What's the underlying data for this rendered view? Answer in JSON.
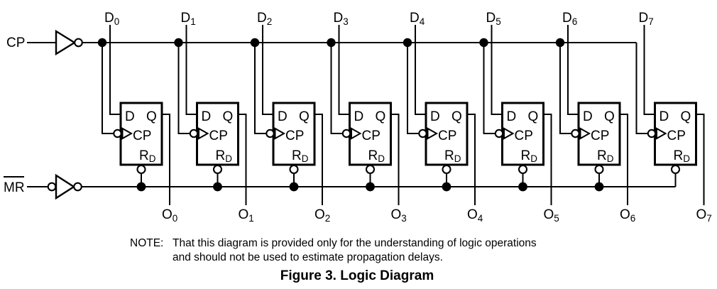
{
  "colors": {
    "ink": "#000000",
    "background": "#ffffff"
  },
  "inputs": {
    "clock_label": "CP",
    "reset_label": "MR"
  },
  "pins": {
    "d": "D",
    "q": "Q",
    "cp": "CP",
    "r_base": "R",
    "r_sub": "D"
  },
  "flipflops": [
    {
      "d_base": "D",
      "d_sub": "0",
      "o_base": "O",
      "o_sub": "0"
    },
    {
      "d_base": "D",
      "d_sub": "1",
      "o_base": "O",
      "o_sub": "1"
    },
    {
      "d_base": "D",
      "d_sub": "2",
      "o_base": "O",
      "o_sub": "2"
    },
    {
      "d_base": "D",
      "d_sub": "3",
      "o_base": "O",
      "o_sub": "3"
    },
    {
      "d_base": "D",
      "d_sub": "4",
      "o_base": "O",
      "o_sub": "4"
    },
    {
      "d_base": "D",
      "d_sub": "5",
      "o_base": "O",
      "o_sub": "5"
    },
    {
      "d_base": "D",
      "d_sub": "6",
      "o_base": "O",
      "o_sub": "6"
    },
    {
      "d_base": "D",
      "d_sub": "7",
      "o_base": "O",
      "o_sub": "7"
    }
  ],
  "note": {
    "label": "NOTE:",
    "line1": "That this diagram is provided only for the understanding of logic operations",
    "line2": "and should not be used to estimate propagation delays."
  },
  "caption": "Figure 3. Logic Diagram"
}
